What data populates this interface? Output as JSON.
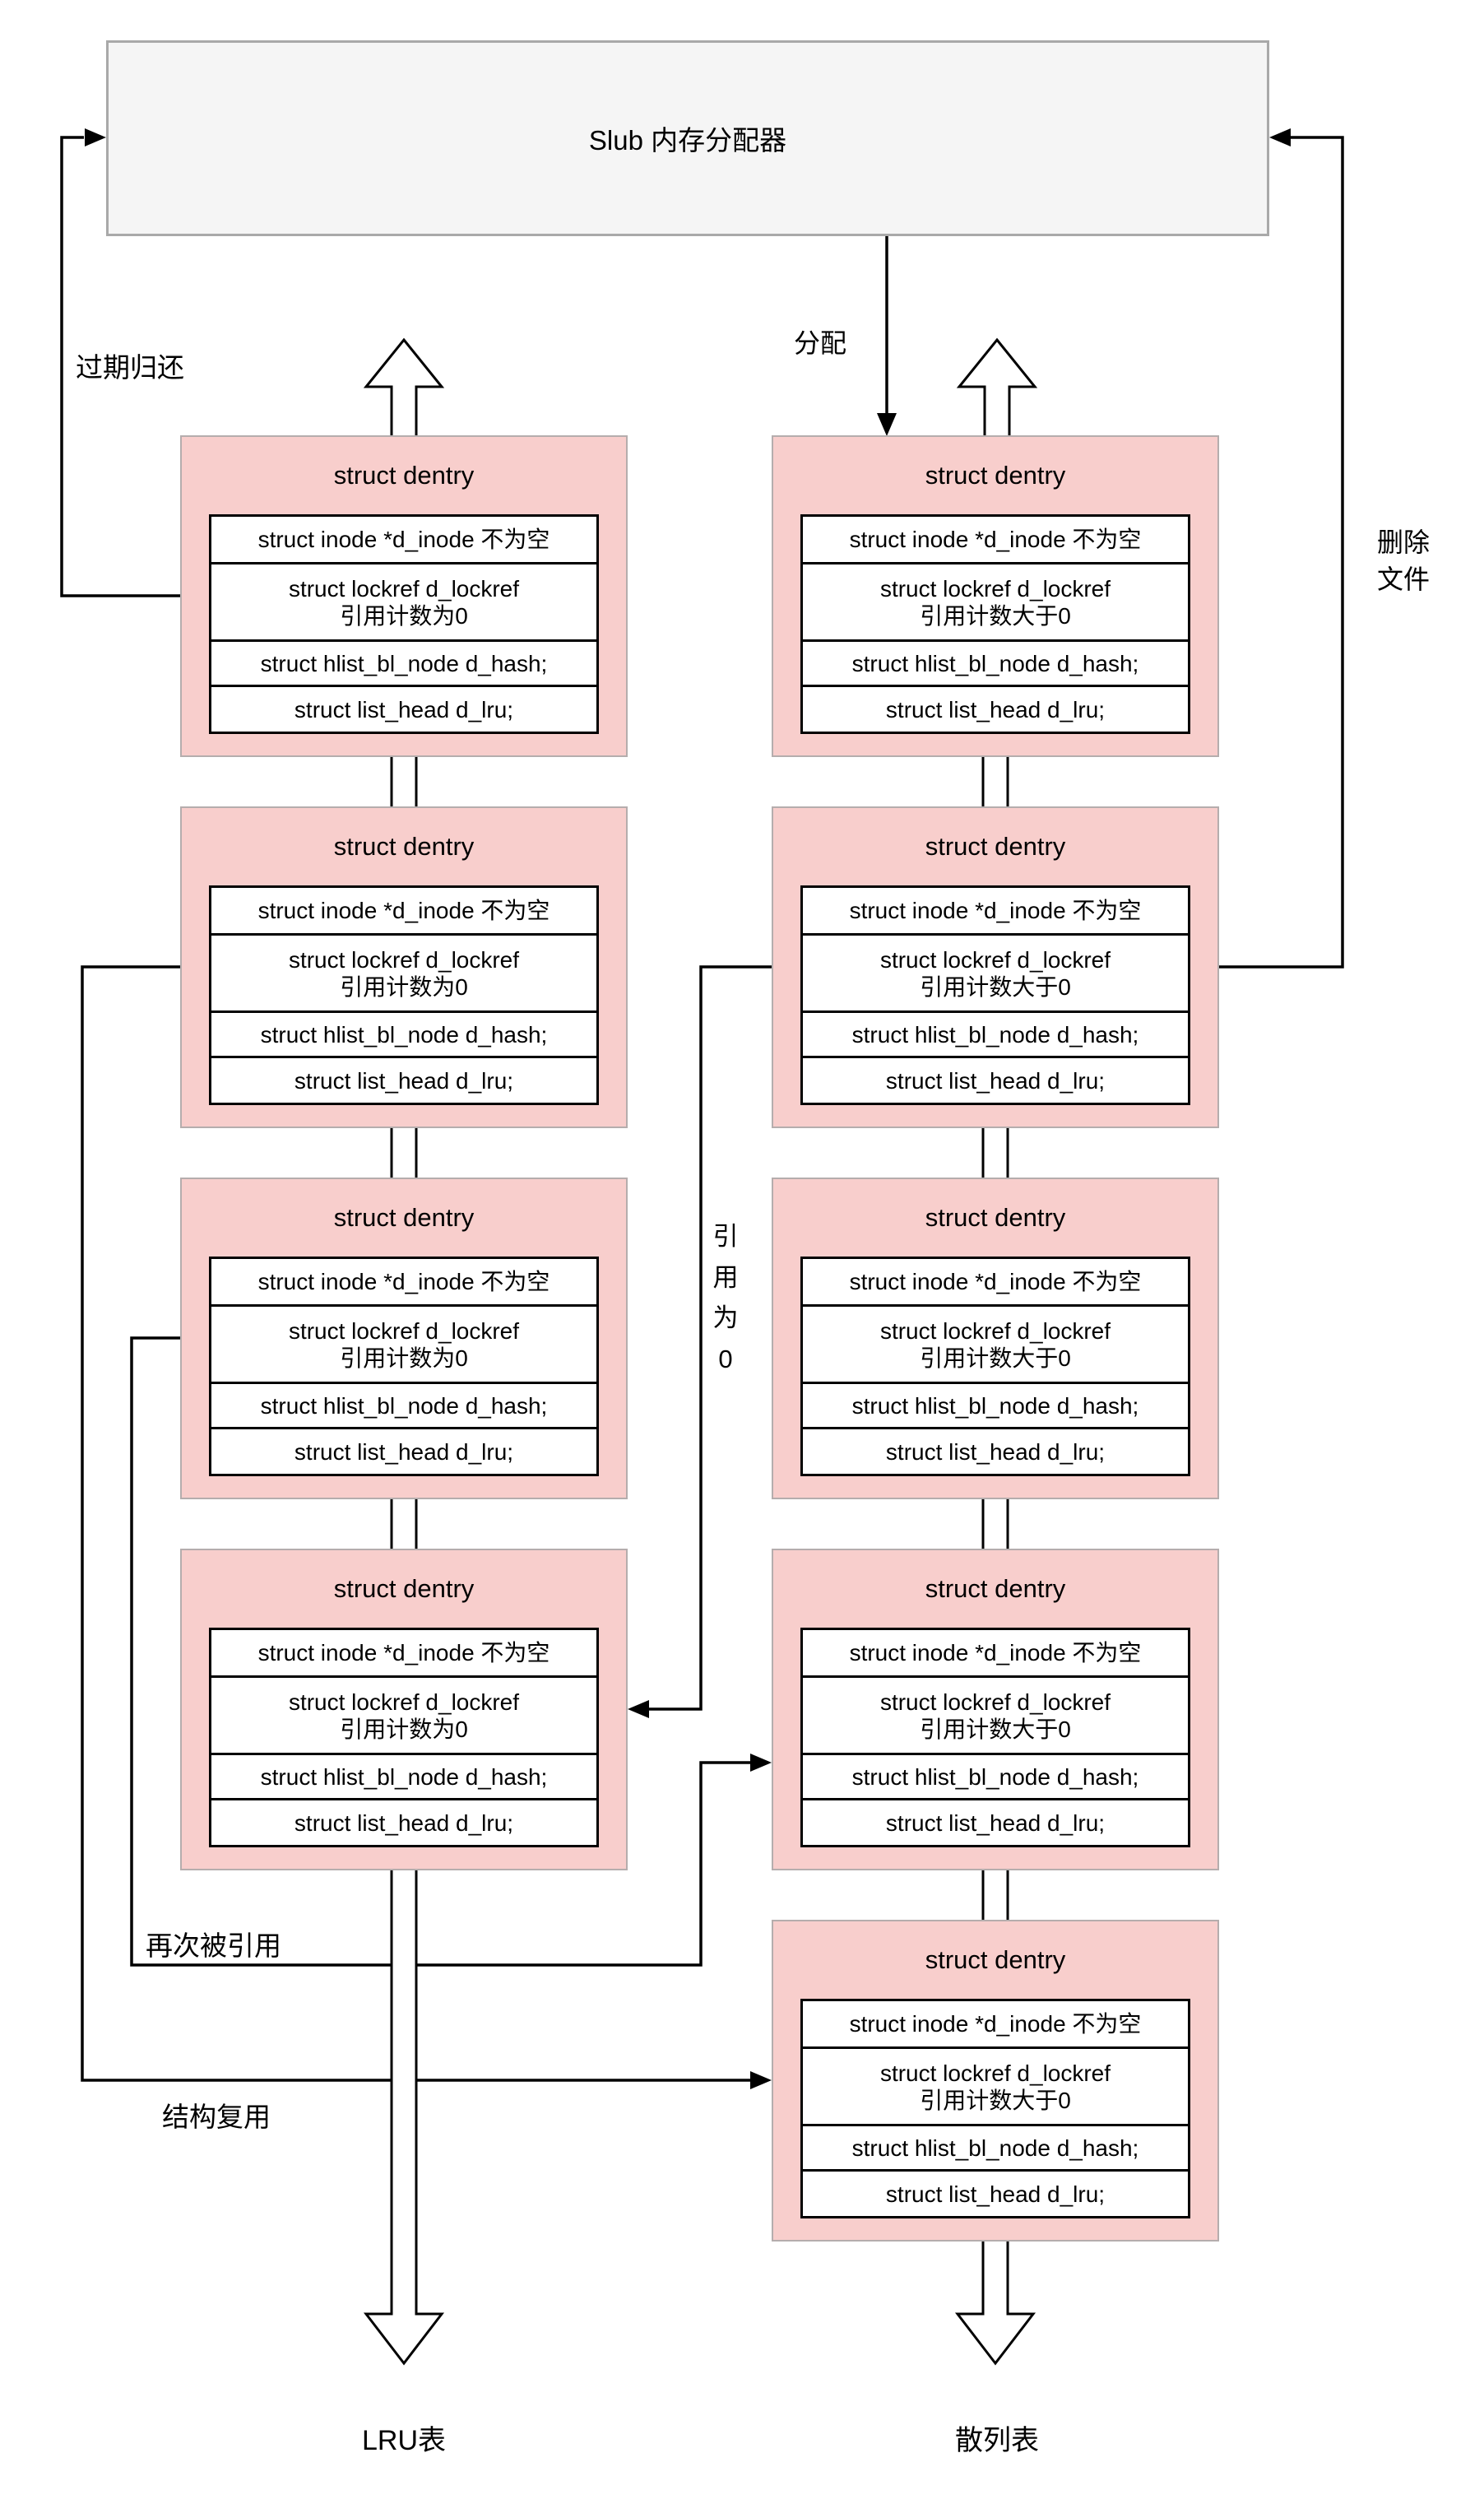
{
  "allocator": {
    "label": "Slub 内存分配器"
  },
  "dentry": {
    "title": "struct dentry",
    "row_inode": "struct inode *d_inode 不为空",
    "row_lockref_line1": "struct lockref d_lockref",
    "row_hash": "struct hlist_bl_node d_hash;",
    "row_lru": "struct list_head d_lru;"
  },
  "columns": {
    "left": {
      "lockref_line2": "引用计数为0",
      "box_count": 4,
      "footer_label": "LRU表"
    },
    "right": {
      "lockref_line2": "引用计数大于0",
      "box_count": 5,
      "footer_label": "散列表"
    }
  },
  "edge_labels": {
    "expired_return": "过期归还",
    "allocate": "分配",
    "delete_file": "删除文件",
    "ref_zero": "引用为0",
    "re_referenced": "再次被引用",
    "struct_reuse": "结构复用"
  },
  "colors": {
    "dentry_fill": "#f8cecc",
    "dentry_border": "#b5adad",
    "allocator_fill": "#f5f5f5",
    "allocator_border": "#a9a9a9",
    "line": "#000000",
    "field_bg": "#ffffff"
  }
}
